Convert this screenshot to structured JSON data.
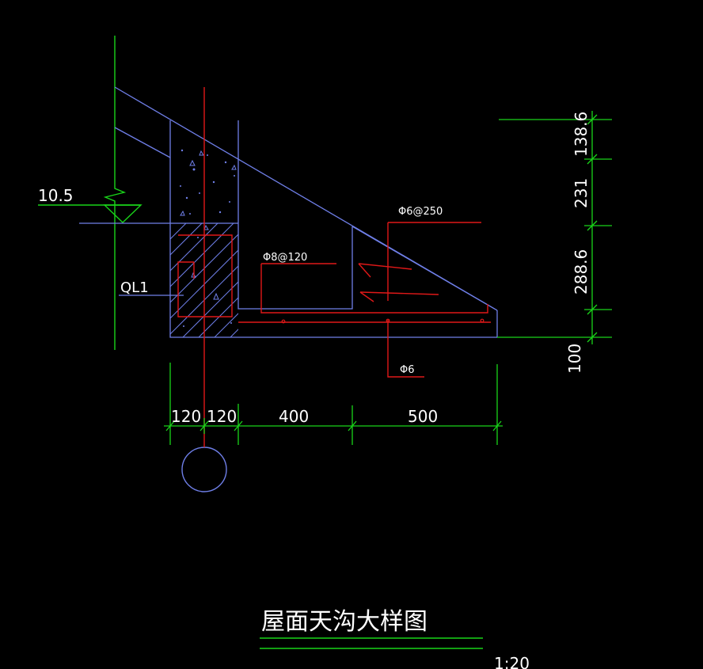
{
  "drawing": {
    "title": "屋面天沟大样图",
    "scale": "1:20",
    "elevation": "10.5",
    "beam_label": "QL1",
    "colors": {
      "background": "#000000",
      "outline": "#6f7fe8",
      "rebar": "#e01818",
      "dimension": "#19d419",
      "text": "#ffffff"
    },
    "rebar_labels": {
      "top": "Φ6@250",
      "middle": "Φ8@120",
      "bottom": "Φ6"
    },
    "horizontal_dimensions": [
      "120",
      "120",
      "400",
      "500"
    ],
    "vertical_dimensions": [
      "138.6",
      "231",
      "288.6",
      "100"
    ]
  }
}
